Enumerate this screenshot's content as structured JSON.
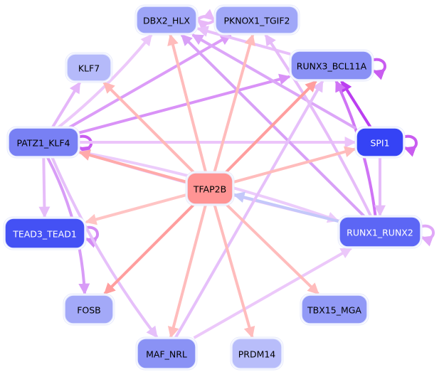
{
  "diagram": {
    "type": "directed-network",
    "nodes": [
      {
        "id": "DBX2_HLX",
        "label": "DBX2_HLX",
        "color": "#9da4f7",
        "text_color": "#000000"
      },
      {
        "id": "PKNOX1_TGIF2",
        "label": "PKNOX1_TGIF2",
        "color": "#a0a7f8",
        "text_color": "#000000"
      },
      {
        "id": "KLF7",
        "label": "KLF7",
        "color": "#b5bafa",
        "text_color": "#000000"
      },
      {
        "id": "RUNX3_BCL11A",
        "label": "RUNX3_BCL11A",
        "color": "#8990f5",
        "text_color": "#000000"
      },
      {
        "id": "PATZ1_KLF4",
        "label": "PATZ1_KLF4",
        "color": "#7880f4",
        "text_color": "#000000"
      },
      {
        "id": "SPI1",
        "label": "SPI1",
        "color": "#3543f5",
        "text_color": "#ffffff"
      },
      {
        "id": "TFAP2B",
        "label": "TFAP2B",
        "color": "#ff9494",
        "text_color": "#000000"
      },
      {
        "id": "TEAD3_TEAD1",
        "label": "TEAD3_TEAD1",
        "color": "#4451f4",
        "text_color": "#ffffff"
      },
      {
        "id": "RUNX1_RUNX2",
        "label": "RUNX1_RUNX2",
        "color": "#5c66f5",
        "text_color": "#ffffff"
      },
      {
        "id": "FOSB",
        "label": "FOSB",
        "color": "#a3a9f8",
        "text_color": "#000000"
      },
      {
        "id": "TBX15_MGA",
        "label": "TBX15_MGA",
        "color": "#9199f6",
        "text_color": "#000000"
      },
      {
        "id": "MAF_NRL",
        "label": "MAF_NRL",
        "color": "#8a92f5",
        "text_color": "#000000"
      },
      {
        "id": "PRDM14",
        "label": "PRDM14",
        "color": "#b8bdfa",
        "text_color": "#000000"
      }
    ],
    "edges": [
      {
        "from": "DBX2_HLX",
        "to": "PKNOX1_TGIF2",
        "color": "#e8b8f8"
      },
      {
        "from": "PKNOX1_TGIF2",
        "to": "DBX2_HLX",
        "color": "#e8b8f8"
      },
      {
        "from": "RUNX3_BCL11A",
        "to": "RUNX3_BCL11A",
        "color": "#c95cf0"
      },
      {
        "from": "SPI1",
        "to": "SPI1",
        "color": "#c95cf0"
      },
      {
        "from": "PATZ1_KLF4",
        "to": "PATZ1_KLF4",
        "color": "#c95cf0"
      },
      {
        "from": "TEAD3_TEAD1",
        "to": "TEAD3_TEAD1",
        "color": "#d48cf5"
      },
      {
        "from": "RUNX1_RUNX2",
        "to": "RUNX1_RUNX2",
        "color": "#e0a8f8"
      },
      {
        "from": "SPI1",
        "to": "RUNX3_BCL11A",
        "color": "#bb3ef0"
      },
      {
        "from": "RUNX1_RUNX2",
        "to": "RUNX3_BCL11A",
        "color": "#cf74f5"
      },
      {
        "from": "PATZ1_KLF4",
        "to": "RUNX3_BCL11A",
        "color": "#d992f7"
      },
      {
        "from": "PATZ1_KLF4",
        "to": "PKNOX1_TGIF2",
        "color": "#dc9cf8"
      },
      {
        "from": "PATZ1_KLF4",
        "to": "DBX2_HLX",
        "color": "#ecc8fa"
      },
      {
        "from": "PATZ1_KLF4",
        "to": "KLF7",
        "color": "#e5b6f9"
      },
      {
        "from": "PATZ1_KLF4",
        "to": "SPI1",
        "color": "#ecc4fa"
      },
      {
        "from": "PATZ1_KLF4",
        "to": "TEAD3_TEAD1",
        "color": "#e6bcf9"
      },
      {
        "from": "PATZ1_KLF4",
        "to": "FOSB",
        "color": "#d89cf7"
      },
      {
        "from": "PATZ1_KLF4",
        "to": "MAF_NRL",
        "color": "#e6c0fa"
      },
      {
        "from": "PATZ1_KLF4",
        "to": "RUNX1_RUNX2",
        "color": "#ecccfb"
      },
      {
        "from": "RUNX1_RUNX2",
        "to": "PATZ1_KLF4",
        "color": "#e8c4fa"
      },
      {
        "from": "RUNX3_BCL11A",
        "to": "DBX2_HLX",
        "color": "#e8c0fa"
      },
      {
        "from": "SPI1",
        "to": "DBX2_HLX",
        "color": "#dca6f8"
      },
      {
        "from": "SPI1",
        "to": "RUNX1_RUNX2",
        "color": "#e6bcf9"
      },
      {
        "from": "RUNX1_RUNX2",
        "to": "DBX2_HLX",
        "color": "#d8a0f7"
      },
      {
        "from": "RUNX1_RUNX2",
        "to": "PKNOX1_TGIF2",
        "color": "#e6bcf9"
      },
      {
        "from": "RUNX1_RUNX2",
        "to": "TFAP2B",
        "color": "#c4c8fa"
      },
      {
        "from": "MAF_NRL",
        "to": "RUNX1_RUNX2",
        "color": "#ecc8fa"
      },
      {
        "from": "MAF_NRL",
        "to": "RUNX3_BCL11A",
        "color": "#e6c0fa"
      },
      {
        "from": "TFAP2B",
        "to": "DBX2_HLX",
        "color": "#ffbcbc"
      },
      {
        "from": "TFAP2B",
        "to": "PKNOX1_TGIF2",
        "color": "#ffbcbc"
      },
      {
        "from": "TFAP2B",
        "to": "KLF7",
        "color": "#ffb8b8"
      },
      {
        "from": "TFAP2B",
        "to": "RUNX3_BCL11A",
        "color": "#ff9e9e"
      },
      {
        "from": "TFAP2B",
        "to": "PATZ1_KLF4",
        "color": "#ffaaaa"
      },
      {
        "from": "TFAP2B",
        "to": "SPI1",
        "color": "#ffbcbc"
      },
      {
        "from": "TFAP2B",
        "to": "TEAD3_TEAD1",
        "color": "#ffc4c4"
      },
      {
        "from": "TFAP2B",
        "to": "FOSB",
        "color": "#ff9e9e"
      },
      {
        "from": "TFAP2B",
        "to": "MAF_NRL",
        "color": "#ffbcbc"
      },
      {
        "from": "TFAP2B",
        "to": "PRDM14",
        "color": "#ffbcbc"
      },
      {
        "from": "TFAP2B",
        "to": "TBX15_MGA",
        "color": "#ffbcbc"
      }
    ]
  }
}
